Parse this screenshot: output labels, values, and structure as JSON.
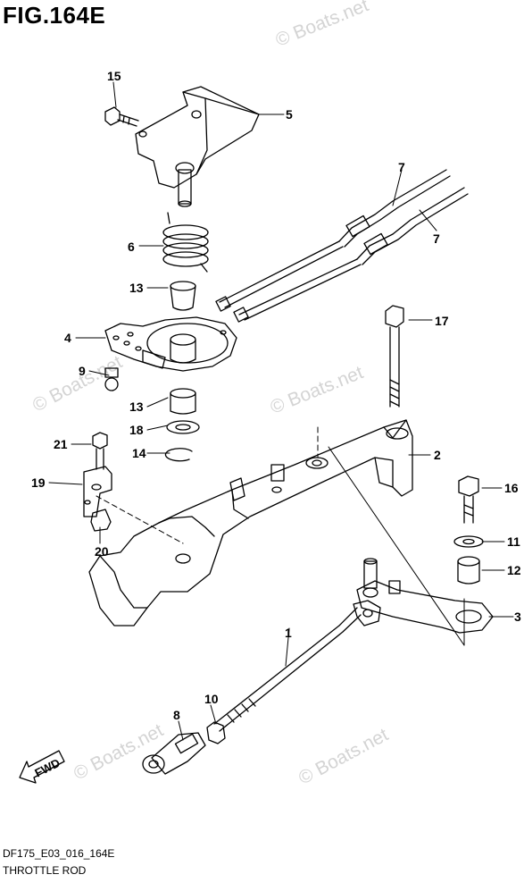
{
  "figure": {
    "title": "FIG.164E",
    "code": "DF175_E03_016_164E",
    "name": "THROTTLE ROD"
  },
  "watermark": "© Boats.net",
  "fwd_label": "FWD",
  "callouts": [
    {
      "id": "c15",
      "label": "15"
    },
    {
      "id": "c5",
      "label": "5"
    },
    {
      "id": "c7a",
      "label": "7"
    },
    {
      "id": "c7b",
      "label": "7"
    },
    {
      "id": "c6",
      "label": "6"
    },
    {
      "id": "c13a",
      "label": "13"
    },
    {
      "id": "c4",
      "label": "4"
    },
    {
      "id": "c9",
      "label": "9"
    },
    {
      "id": "c17",
      "label": "17"
    },
    {
      "id": "c13b",
      "label": "13"
    },
    {
      "id": "c18",
      "label": "18"
    },
    {
      "id": "c14",
      "label": "14"
    },
    {
      "id": "c21",
      "label": "21"
    },
    {
      "id": "c2",
      "label": "2"
    },
    {
      "id": "c19",
      "label": "19"
    },
    {
      "id": "c16",
      "label": "16"
    },
    {
      "id": "c20",
      "label": "20"
    },
    {
      "id": "c11",
      "label": "11"
    },
    {
      "id": "c12",
      "label": "12"
    },
    {
      "id": "c3",
      "label": "3"
    },
    {
      "id": "c1",
      "label": "1"
    },
    {
      "id": "c10",
      "label": "10"
    },
    {
      "id": "c8",
      "label": "8"
    }
  ]
}
